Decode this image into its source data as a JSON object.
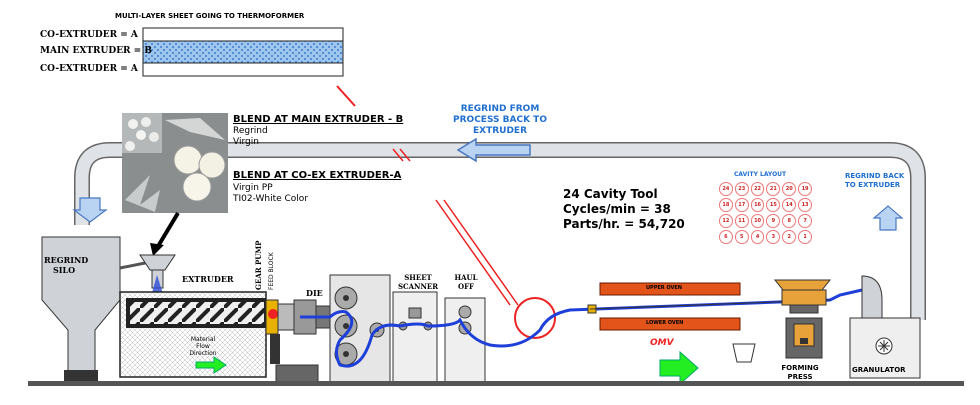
{
  "sheet": {
    "title": "MULTI-LAYER SHEET GOING TO THERMOFORMER",
    "layers": [
      "CO-EXTRUDER = A",
      "MAIN EXTRUDER = B",
      "CO-EXTRUDER = A"
    ]
  },
  "blend_main": {
    "title": "BLEND AT MAIN EXTRUDER - B",
    "items": [
      "Regrind",
      "Virgin"
    ]
  },
  "blend_coex": {
    "title": "BLEND AT CO-EX EXTRUDER-A",
    "items": [
      "Virgin PP",
      "TI02-White Color"
    ]
  },
  "regrind_return": "REGRIND FROM PROCESS BACK TO EXTRUDER",
  "regrind_back": "REGRIND BACK TO EXTRUDER",
  "tool_stats": [
    "24 Cavity Tool",
    "Cycles/min = 38",
    "Parts/hr. = 54,720"
  ],
  "cavity_layout": {
    "title": "CAVITY LAYOUT",
    "rows": [
      [
        "24",
        "23",
        "22",
        "21",
        "20",
        "19"
      ],
      [
        "18",
        "17",
        "16",
        "15",
        "14",
        "13"
      ],
      [
        "12",
        "11",
        "10",
        "9",
        "8",
        "7"
      ],
      [
        "6",
        "5",
        "4",
        "3",
        "2",
        "1"
      ]
    ]
  },
  "labels": {
    "regrind_silo": "REGRIND SILO",
    "extruder": "EXTRUDER",
    "gear_pump": "GEAR PUMP",
    "feed_block": "FEED BLOCK",
    "die": "DIE",
    "sheet_scanner": "SHEET SCANNER",
    "haul_off": "HAUL OFF",
    "material_flow": "Material Flow Direction",
    "upper_oven": "UPPER OVEN",
    "lower_oven": "LOWER OVEN",
    "brand": "OMV",
    "forming_press": "FORMING PRESS",
    "granulator": "GRANULATOR"
  },
  "colors": {
    "pipe": "#d9dde3",
    "flow": "#1f3fd9",
    "oven": "#e2541a",
    "arrow": "#22dd22",
    "sheet_b": "#9fc6ec"
  }
}
